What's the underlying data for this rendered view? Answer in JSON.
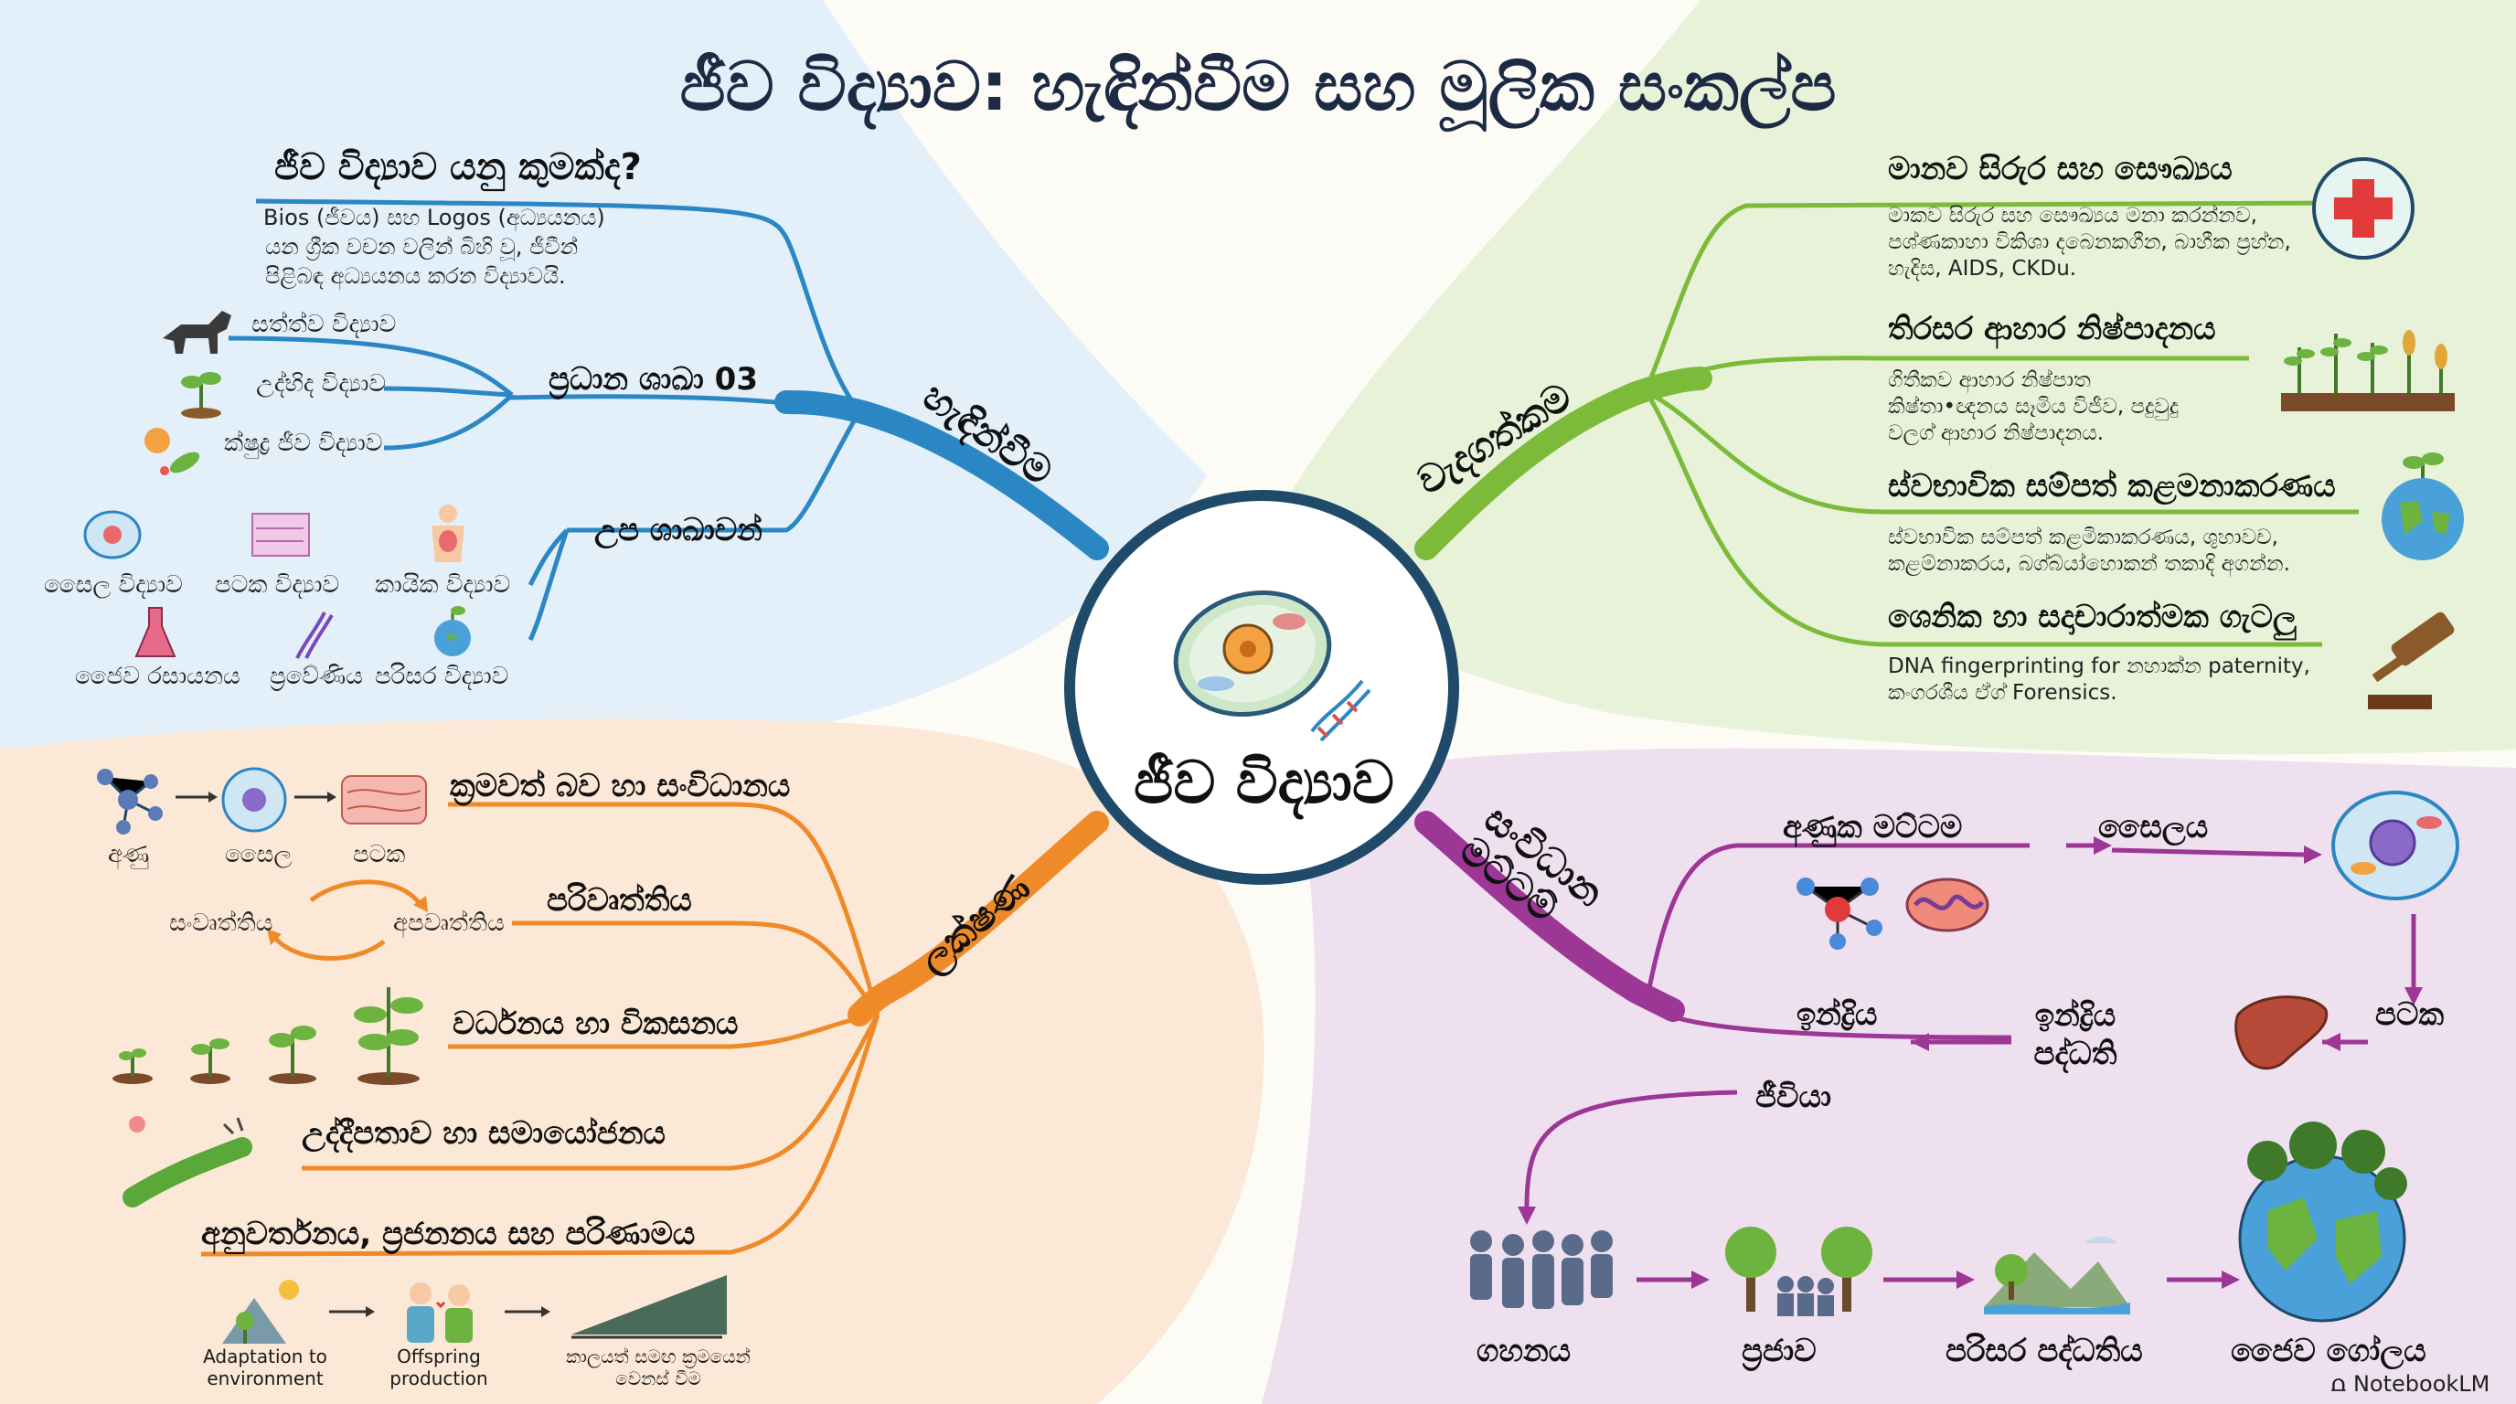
{
  "title": "ජීව විද්‍යාව: හැඳින්වීම සහ මූලික සංකල්ප",
  "center": {
    "label": "ජීව විද්‍යාව"
  },
  "colors": {
    "blue": "#2b87c4",
    "green": "#7cbb3a",
    "orange": "#ef8a28",
    "purple": "#9c3796",
    "center_ring": "#1f4a6a"
  },
  "branches": {
    "intro": {
      "label": "හැඳින්වීම",
      "what": {
        "heading": "ජීව විද්‍යාව යනු කුමක්ද?",
        "line1": "Bios (ජීවය) සහ Logos (අධ්‍යයනය)",
        "line2": "යන ග්‍රීක වචන වලින් බිහි වූ, ජීවීන්",
        "line3": "පිළිබඳ අධ්‍යයනය කරන විද්‍යාවයි."
      },
      "main": {
        "heading": "ප්‍රධාන ශාඛා 03",
        "items": [
          "සත්ත්ව විද්‍යාව",
          "උද්භිද විද්‍යාව",
          "ක්ෂුද්‍ර ජීව විද්‍යාව"
        ]
      },
      "sub": {
        "heading": "උප ශාඛාවන්",
        "items": [
          "සෛල විද්‍යාව",
          "පටක විද්‍යාව",
          "කායික විද්‍යාව",
          "ජෛව රසායනය",
          "ප්‍රවේණිය",
          "පරිසර විද්‍යාව"
        ]
      }
    },
    "importance": {
      "label": "වැදගත්කම",
      "items": [
        {
          "heading": "මානව සිරුර සහ සෞඛ්‍යය",
          "desc": "මාකව සිරුර සහ සෞඛ්‍යය මනා කරන්නව, පශ්ණකාහා විකිශා දබෙනකගීන, බාහීක ප්‍රහ්න, හැදිස, AIDS, CKDu."
        },
        {
          "heading": "තිරසර ආහාර නිෂ්පාදනය",
          "desc": "ගිතීකව ආහාර නිෂ්පාත කිෂ්තා•ඥනය සෑමිය විජීව, පදුවුදු වලග් ආහාර නිෂ්පාදනය."
        },
        {
          "heading": "ස්වභාවික සම්පත් කළමනාකරණය",
          "desc": "ස්වභාවික සම්පත් කළමිකාකරණය, ශුහාවච, කළම්නාකරය, බග්බ්යා්හොකන් තකාදි අගන්න."
        },
        {
          "heading": "ශෙනික හා සදාචාරාත්මක ගැටලු",
          "desc": "DNA fingerprinting for නහාක්න paternity, කංගරශීය ඒග් Forensics."
        }
      ]
    },
    "characteristics": {
      "label": "ලක්ෂණ",
      "items": [
        "ක්‍රමවත් බව හා සංවිධානය",
        "පරිවෘත්තිය",
        "වර්ධනය හා විකසනය",
        "උද්දීපතාව හා සමායෝජනය",
        "අනුවර්තනය, ප්‍රජනනය සහ පරිණාමය"
      ],
      "org_captions": [
        "අණු",
        "සෛල",
        "පටක"
      ],
      "metabolism": [
        "සංවෘත්තිය",
        "අපවෘත්තිය"
      ],
      "adaptation": [
        "Adaptation to",
        "environment",
        "Offspring",
        "production",
        "කාලයත් සමඟ ක්‍රමයෙන්",
        "වෙනස් වීම"
      ]
    },
    "levels": {
      "label_line1": "සංවිධාන",
      "label_line2": "මට්ටම්",
      "nodes": [
        "අණුක මට්ටම",
        "සෛලය",
        "පටක",
        "ඉන්ද්‍රිය පද්ධති",
        "ඉන්ද්‍රිය",
        "ජීවියා",
        "ගහනය",
        "ප්‍රජාව",
        "පරිසර පද්ධතිය",
        "ජෛව ගෝලය"
      ]
    }
  },
  "watermark": "NotebookLM"
}
